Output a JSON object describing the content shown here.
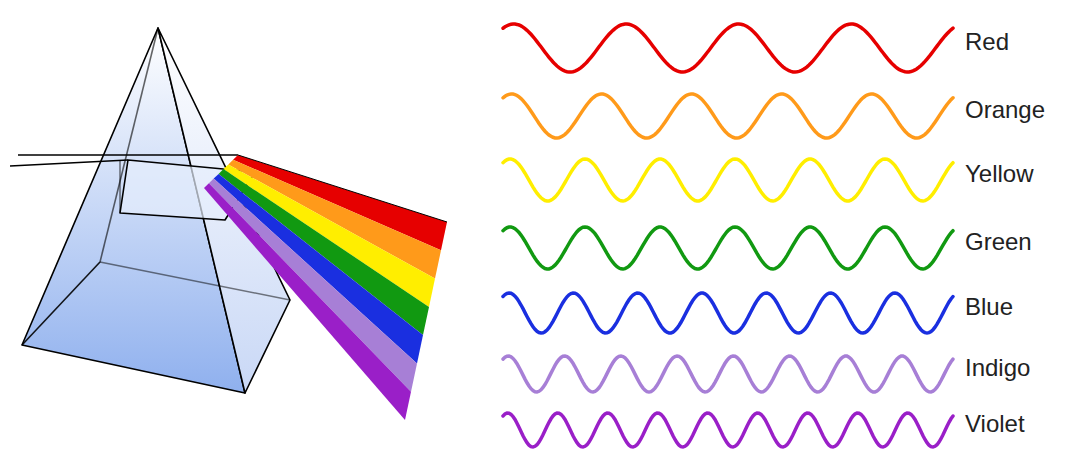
{
  "diagram": {
    "labels": [
      "Red",
      "Orange",
      "Yellow",
      "Green",
      "Blue",
      "Indigo",
      "Violet"
    ]
  }
}
